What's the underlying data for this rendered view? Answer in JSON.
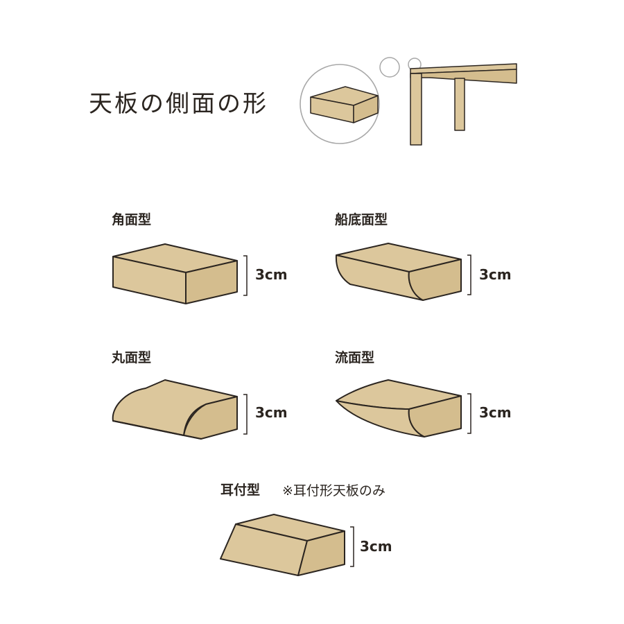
{
  "title": "天板の側面の形",
  "colors": {
    "wood": "#dcc79c",
    "wood_face": "#d4bd8e",
    "outline": "#2b2520",
    "circle_stroke": "#a8a8a8"
  },
  "shapes": [
    {
      "id": "kakumen",
      "label": "角面型",
      "height": "3cm"
    },
    {
      "id": "funazoko",
      "label": "船底面型",
      "height": "3cm"
    },
    {
      "id": "marumen",
      "label": "丸面型",
      "height": "3cm"
    },
    {
      "id": "nagare",
      "label": "流面型",
      "height": "3cm"
    },
    {
      "id": "mimitsuki",
      "label": "耳付型",
      "note": "※耳付形天板のみ",
      "height": "3cm"
    }
  ]
}
